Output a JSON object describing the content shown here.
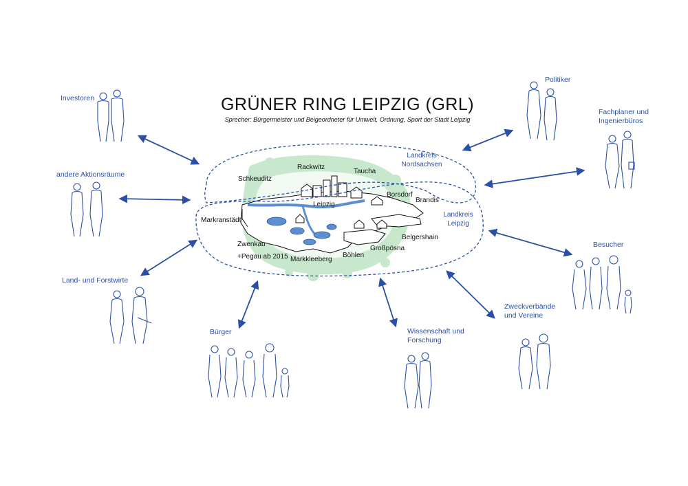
{
  "title": "GRÜNER RING LEIPZIG (GRL)",
  "subtitle": "Sprecher: Bürgermeister und Beigeordneter für Umwelt, Ordnung, Sport der Stadt Leipzig",
  "regions": {
    "nordsachsen_line1": "Landkreis",
    "nordsachsen_line2": "Nordsachsen",
    "leipzig_line1": "Landkreis",
    "leipzig_line2": "Leipzig"
  },
  "towns": {
    "rackwitz": "Rackwitz",
    "taucha": "Taucha",
    "schkeuditz": "Schkeuditz",
    "leipzig": "Leipzig",
    "borsdorf": "Borsdorf",
    "brandis": "Brandis",
    "markranstaedt": "Markranstädt",
    "belgershain": "Belgershain",
    "zwenkau": "Zwenkau",
    "pegau": "+Pegau ab 2015",
    "grosspoesna": "Großpösna",
    "markkleeberg": "Markkleeberg",
    "boehlen": "Böhlen"
  },
  "actors": {
    "investoren": "Investoren",
    "aktionsraeume": "andere Aktionsräume",
    "landforst": "Land- und Forstwirte",
    "buerger": "Bürger",
    "wissenschaft_1": "Wissenschaft und",
    "wissenschaft_2": "Forschung",
    "zweckverbaende_1": "Zweckverbände",
    "zweckverbaende_2": "und Vereine",
    "besucher": "Besucher",
    "fachplaner_1": "Fachplaner und",
    "fachplaner_2": "Ingenierbüros",
    "politiker": "Politiker"
  },
  "colors": {
    "accent_blue": "#2a4fa5",
    "green_ring": "#a8d9b4",
    "water": "#5d8fd0",
    "text": "#111111"
  }
}
